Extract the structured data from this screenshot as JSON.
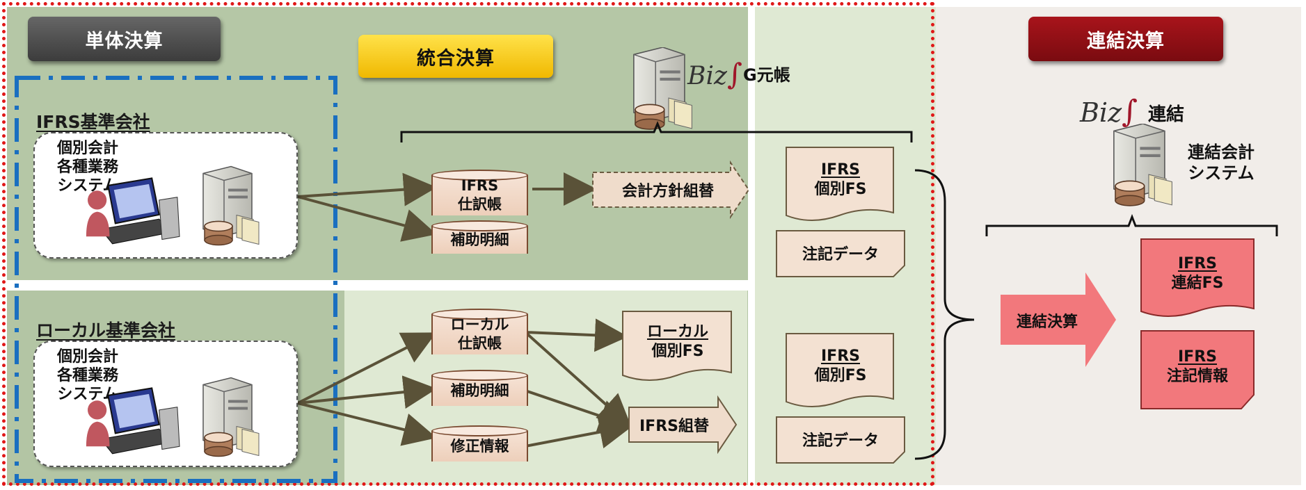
{
  "headers": {
    "single": "単体決算",
    "integrated": "統合決算",
    "consolidated": "連結決算"
  },
  "colors": {
    "single_header": "#4a4a4a",
    "integrated_header": "#f5c400",
    "consolidated_header": "#8b0d12",
    "zone_green": "#b3c5a4",
    "zone_light_green": "#dfe9d3",
    "zone_gray": "#f1ede9",
    "red_doc": "#f2787c",
    "dotted_border": "#e01818",
    "dash_border": "#1a6fc0"
  },
  "ledger": {
    "logo": "Biz",
    "label": "G元帳"
  },
  "consolidation_system": {
    "logo": "Biz",
    "label": "連結",
    "system_label": "連結会計\nシステム"
  },
  "ifrs_company": {
    "title": "IFRS基準会社",
    "system_text": "個別会計\n各種業務\nシステム",
    "journal": "IFRS\n仕訳帳",
    "subsidiary": "補助明細",
    "policy_adjust": "会計方針組替"
  },
  "local_company": {
    "title": "ローカル基準会社",
    "system_text": "個別会計\n各種業務\nシステム",
    "journal": "ローカル\n仕訳帳",
    "subsidiary": "補助明細",
    "correction": "修正情報",
    "local_fs_line1": "ローカル",
    "local_fs_line2": "個別FS",
    "ifrs_adjust": "IFRS組替"
  },
  "outputs_top": {
    "fs_line1": "IFRS",
    "fs_line2": "個別FS",
    "notes": "注記データ"
  },
  "outputs_bottom": {
    "fs_line1": "IFRS",
    "fs_line2": "個別FS",
    "notes": "注記データ"
  },
  "consolidated": {
    "process": "連結決算",
    "fs_line1": "IFRS",
    "fs_line2": "連結FS",
    "notes_line1": "IFRS",
    "notes_line2": "注記情報"
  }
}
